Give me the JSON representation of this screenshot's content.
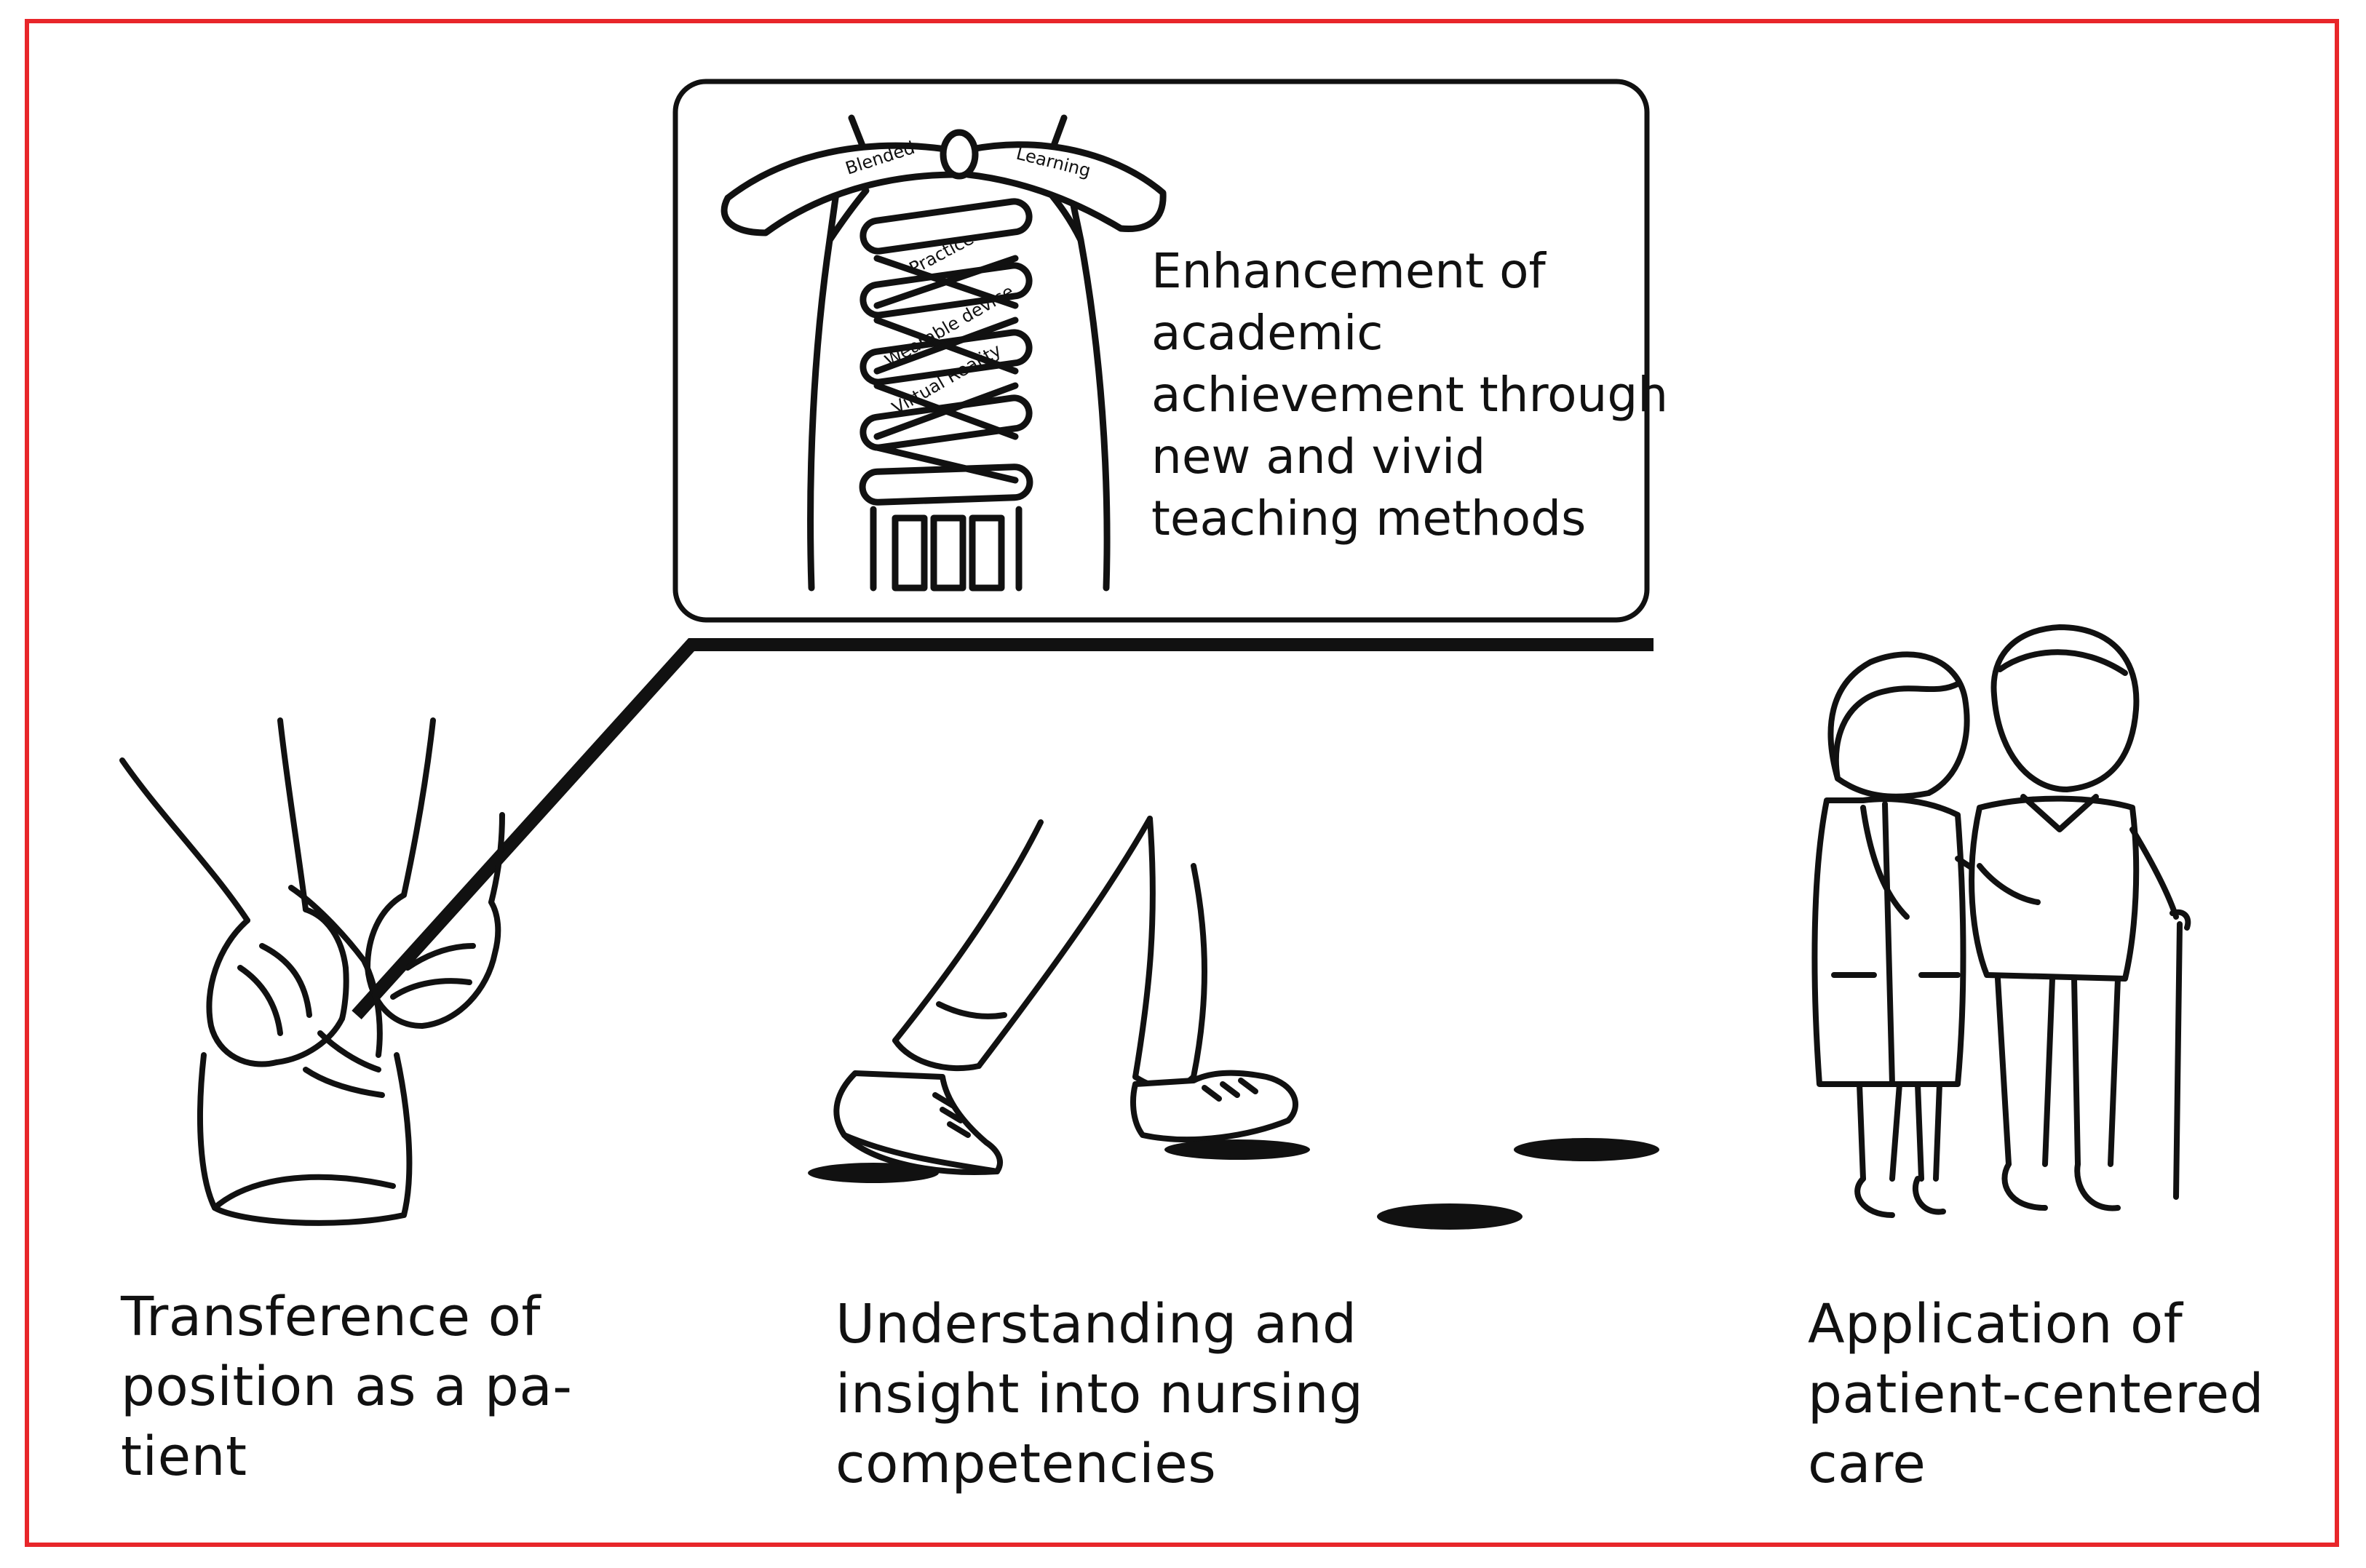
{
  "frame": {
    "border_color": "#e8262a"
  },
  "callout": {
    "lines": [
      "Enhancement of",
      "academic",
      "achievement through",
      "new and vivid",
      "teaching methods"
    ],
    "shoe_labels": {
      "left_lace": "Blended",
      "right_lace": "Learning",
      "lace_1": "Practice",
      "lace_2": "Wearable device",
      "lace_3": "Virtual Reality"
    }
  },
  "captions": {
    "left": {
      "lines": [
        "Transference of",
        "position as a pa-",
        "tient"
      ]
    },
    "middle": {
      "lines": [
        "Understanding and",
        "insight into nursing",
        "competencies"
      ]
    },
    "right": {
      "lines": [
        "Application of",
        "patient-centered",
        "care"
      ]
    }
  },
  "icons": {
    "hands_tying_shoe": "hands-tying-shoe-illustration",
    "walking_legs": "walking-legs-illustration",
    "nurse_and_elder": "nurse-assisting-elder-illustration",
    "sneaker_closeup": "sneaker-lace-closeup-illustration"
  }
}
